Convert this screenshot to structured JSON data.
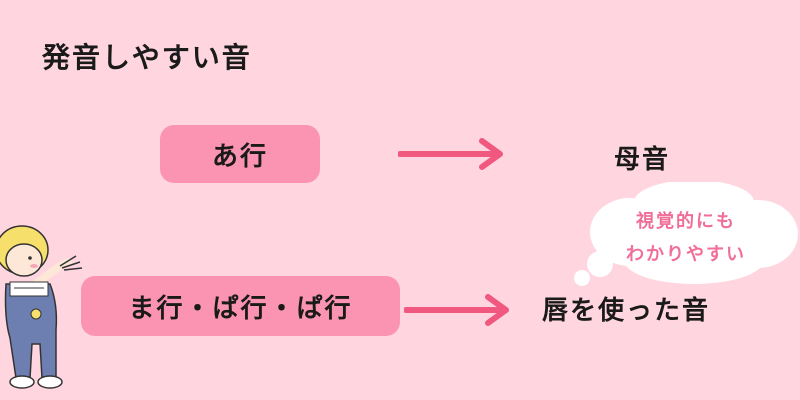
{
  "title": "発音しやすい音",
  "rows": [
    {
      "label": "あ行",
      "result": "母音"
    },
    {
      "label": "ま行・ぱ行・ぱ行",
      "result": "唇を使った音"
    }
  ],
  "bubble": {
    "line1": "視覚的にも",
    "line2": "わかりやすい"
  },
  "colors": {
    "background": "#ffd5e0",
    "pill": "#fb94b2",
    "arrow": "#f0587f",
    "bubble_text": "#f06f98"
  },
  "icons": {
    "arrow": "right-arrow-icon",
    "bubble": "thought-bubble-icon",
    "character": "child-illustration"
  }
}
